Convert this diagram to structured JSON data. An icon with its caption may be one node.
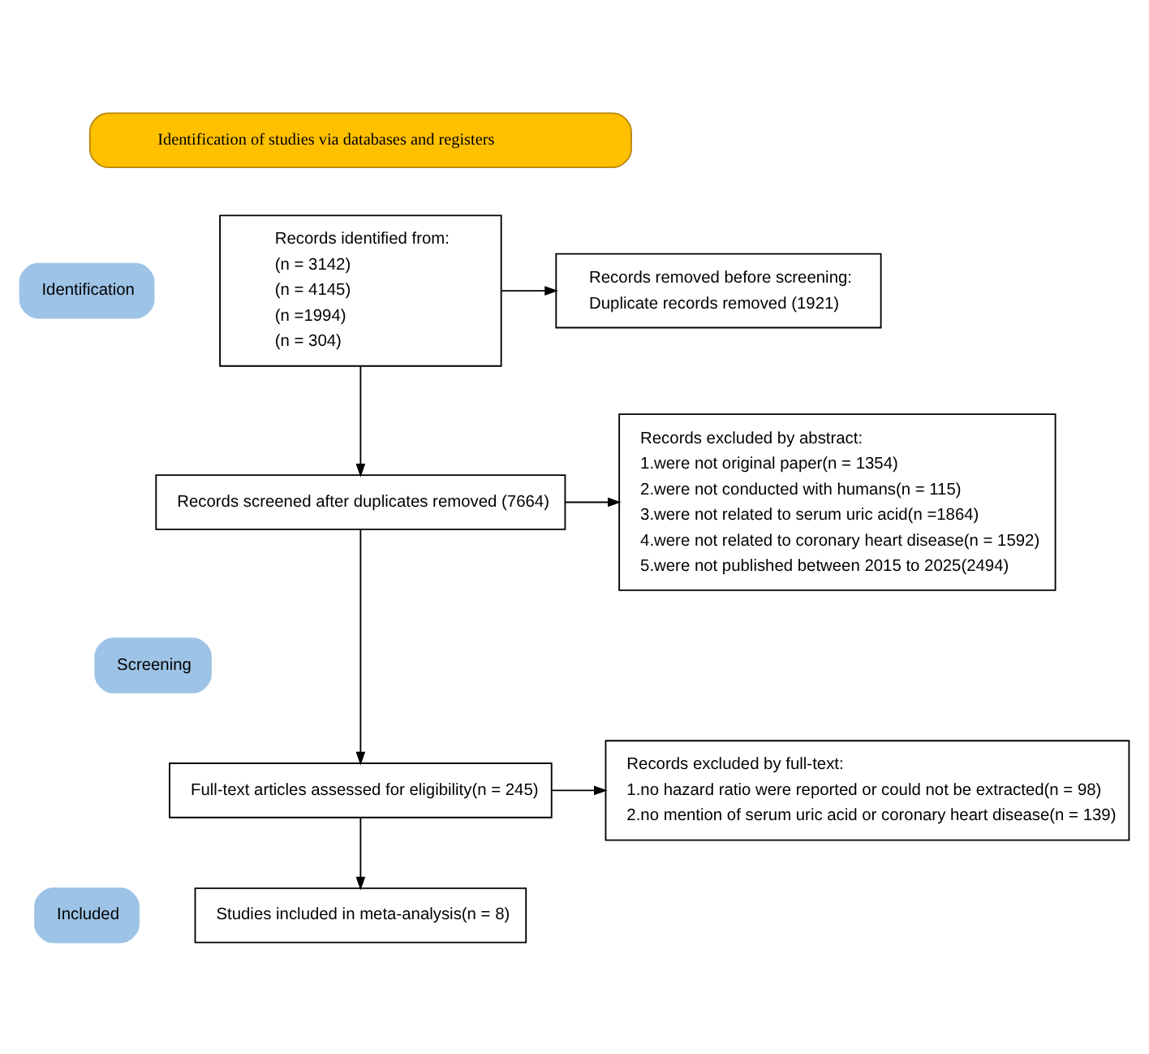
{
  "diagram": {
    "nodes": [
      {
        "text": [
          "Identification of studies via databases and registers"
        ]
      },
      {
        "text": [
          "Identification"
        ]
      },
      {
        "text": [
          "Screening"
        ]
      },
      {
        "text": [
          "Included"
        ]
      },
      {
        "text": [
          "Records identified from:",
          "(n = 3142)",
          "(n = 4145)",
          "(n =1994)",
          "(n = 304)"
        ]
      },
      {
        "text": [
          "Records removed before screening:",
          "Duplicate records removed (1921)"
        ]
      },
      {
        "text": [
          "Records screened after duplicates removed (7664)"
        ]
      },
      {
        "text": [
          "Records excluded by abstract:",
          "1.were not original paper(n = 1354)",
          "2.were not conducted with humans(n = 115)",
          "3.were not related to serum uric acid(n =1864)",
          "4.were not related to coronary heart disease(n = 1592)",
          "5.were not published between 2015 to 2025(2494)"
        ]
      },
      {
        "text": [
          "Full-text articles assessed for eligibility(n = 245)"
        ]
      },
      {
        "text": [
          "Records excluded by full-text:",
          "1.no hazard ratio were reported or could not be extracted(n = 98)",
          "2.no mention of serum uric acid or coronary heart disease(n = 139)"
        ]
      },
      {
        "text": [
          "Studies included in meta-analysis(n = 8)"
        ]
      }
    ],
    "edges": [
      {
        "from": 4,
        "to": 5,
        "arrow": "to"
      },
      {
        "from": 4,
        "to": 6,
        "arrow": "to"
      },
      {
        "from": 6,
        "to": 7,
        "arrow": "to"
      },
      {
        "from": 6,
        "to": 8,
        "arrow": "to"
      },
      {
        "from": 8,
        "to": 9,
        "arrow": "to"
      },
      {
        "from": 8,
        "to": 10,
        "arrow": "to"
      }
    ]
  }
}
